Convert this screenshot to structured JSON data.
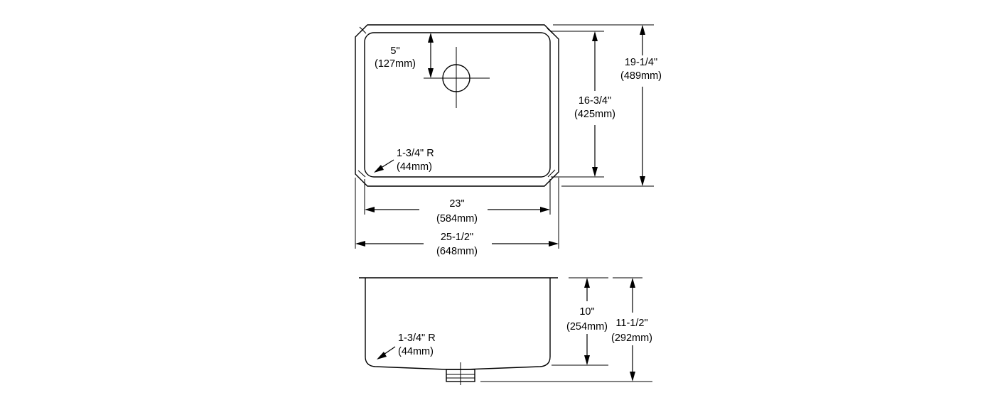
{
  "top_view": {
    "drain_offset": {
      "imperial": "5\"",
      "metric": "(127mm)"
    },
    "bowl_length": {
      "imperial": "16-3/4\"",
      "metric": "(425mm)"
    },
    "overall_length": {
      "imperial": "19-1/4\"",
      "metric": "(489mm)"
    },
    "corner_radius": {
      "imperial": "1-3/4\" R",
      "metric": "(44mm)"
    },
    "bowl_width": {
      "imperial": "23\"",
      "metric": "(584mm)"
    },
    "overall_width": {
      "imperial": "25-1/2\"",
      "metric": "(648mm)"
    }
  },
  "side_view": {
    "corner_radius": {
      "imperial": "1-3/4\" R",
      "metric": "(44mm)"
    },
    "bowl_depth": {
      "imperial": "10\"",
      "metric": "(254mm)"
    },
    "overall_depth": {
      "imperial": "11-1/2\"",
      "metric": "(292mm)"
    }
  }
}
